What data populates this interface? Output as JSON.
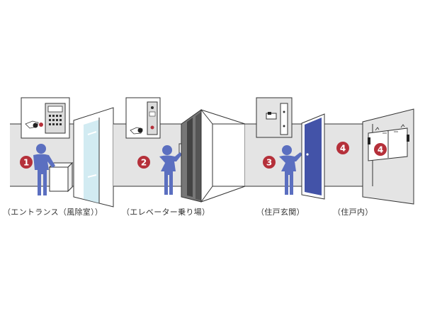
{
  "colors": {
    "wall": "#e4e4e4",
    "wall_shade": "#d2d2d2",
    "outline": "#333333",
    "person": "#5b6fc0",
    "badge": "#b5303a",
    "door": "#4353a8",
    "glass": "#bfe3ec"
  },
  "markers": {
    "m1": "1",
    "m2": "2",
    "m3": "3",
    "m4a": "4",
    "m4b": "4"
  },
  "captions": {
    "entrance": "（エントランス（風除室））",
    "elevator": "（エレベーター乗り場）",
    "front_door": "（住戸玄関）",
    "inside": "（住戸内）"
  },
  "icons": [
    "intercom-panel-icon",
    "card-reader-icon",
    "person-icon",
    "hand-card-icon",
    "door-handle-icon",
    "alarm-lamp-icon"
  ]
}
